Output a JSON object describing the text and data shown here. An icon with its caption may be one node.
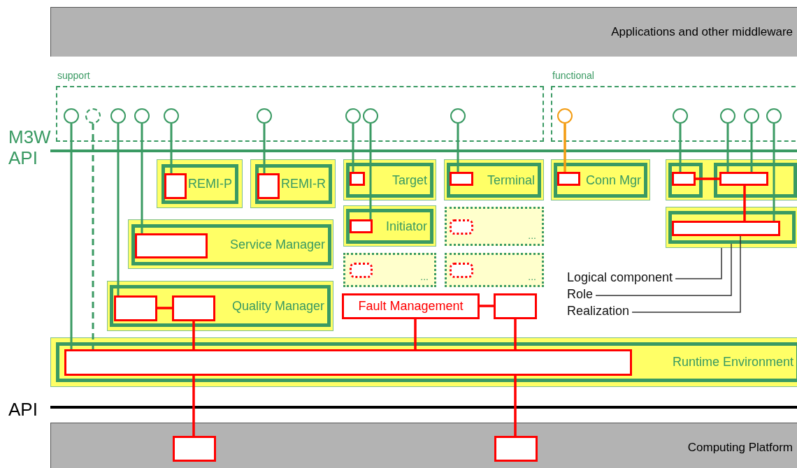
{
  "diagram": {
    "nodes": [
      {
        "text": [
          "Applications and other middleware"
        ]
      },
      {
        "text": [
          "support"
        ]
      },
      {
        "text": [],
        "shape": "circle",
        "in": 1
      },
      {
        "text": [],
        "shape": "circle",
        "in": 1
      },
      {
        "text": [],
        "shape": "circle",
        "in": 1
      },
      {
        "text": [],
        "shape": "circle",
        "in": 1
      },
      {
        "text": [],
        "shape": "circle",
        "in": 1
      },
      {
        "text": [],
        "shape": "circle",
        "in": 1
      },
      {
        "text": [],
        "shape": "circle",
        "in": 1
      },
      {
        "text": [],
        "shape": "circle",
        "in": 1
      },
      {
        "text": [],
        "shape": "circle",
        "in": 1
      },
      {
        "text": [
          "functional"
        ]
      },
      {
        "text": [],
        "shape": "circle",
        "in": 11
      },
      {
        "text": [],
        "shape": "circle",
        "in": 11
      },
      {
        "text": [],
        "shape": "circle",
        "in": 11
      },
      {
        "text": [],
        "shape": "circle",
        "in": 11
      },
      {
        "text": [],
        "shape": "circle",
        "in": 11
      },
      {
        "text": [],
        "shape": "box"
      },
      {
        "text": [
          "REMI-P"
        ],
        "in": 17
      },
      {
        "text": [],
        "shape": "box",
        "in": 18
      },
      {
        "text": [],
        "shape": "box"
      },
      {
        "text": [
          "REMI-R"
        ],
        "in": 20
      },
      {
        "text": [],
        "shape": "box",
        "in": 21
      },
      {
        "text": [],
        "shape": "box"
      },
      {
        "text": [
          "Target"
        ],
        "in": 23
      },
      {
        "text": [],
        "shape": "box",
        "in": 24
      },
      {
        "text": [],
        "shape": "box"
      },
      {
        "text": [
          "Terminal"
        ],
        "in": 26
      },
      {
        "text": [],
        "shape": "box",
        "in": 27
      },
      {
        "text": [],
        "shape": "box"
      },
      {
        "text": [
          "Conn Mgr"
        ],
        "in": 29
      },
      {
        "text": [],
        "shape": "box",
        "in": 30
      },
      {
        "text": [],
        "shape": "box"
      },
      {
        "text": [],
        "shape": "box",
        "in": 32
      },
      {
        "text": [],
        "shape": "box",
        "in": 33
      },
      {
        "text": [],
        "shape": "box",
        "in": 32
      },
      {
        "text": [],
        "shape": "box",
        "in": 35
      },
      {
        "text": [],
        "shape": "box"
      },
      {
        "text": [
          "Initiator"
        ],
        "in": 37
      },
      {
        "text": [],
        "shape": "box",
        "in": 38
      },
      {
        "text": [
          "..."
        ]
      },
      {
        "text": [],
        "shape": "box",
        "in": 40
      },
      {
        "text": [],
        "shape": "box"
      },
      {
        "text": [],
        "shape": "box",
        "in": 42
      },
      {
        "text": [],
        "shape": "box",
        "in": 43
      },
      {
        "text": [],
        "shape": "box"
      },
      {
        "text": [
          "Service Manager"
        ],
        "in": 45
      },
      {
        "text": [],
        "shape": "box",
        "in": 46
      },
      {
        "text": [
          "..."
        ]
      },
      {
        "text": [],
        "shape": "box",
        "in": 48
      },
      {
        "text": [
          "..."
        ]
      },
      {
        "text": [],
        "shape": "box",
        "in": 50
      },
      {
        "text": [],
        "shape": "box"
      },
      {
        "text": [
          "Quality Manager"
        ],
        "in": 52
      },
      {
        "text": [],
        "shape": "box",
        "in": 53
      },
      {
        "text": [],
        "shape": "box",
        "in": 53
      },
      {
        "text": [
          "Fault Management"
        ]
      },
      {
        "text": [],
        "shape": "box"
      },
      {
        "text": [
          "Logical component"
        ]
      },
      {
        "text": [
          "Role"
        ]
      },
      {
        "text": [
          "Realization"
        ]
      },
      {
        "text": [],
        "shape": "box"
      },
      {
        "text": [
          "Runtime Environment"
        ],
        "in": 61
      },
      {
        "text": [],
        "shape": "box",
        "in": 62
      },
      {
        "text": [
          "Computing Platform"
        ]
      },
      {
        "text": [],
        "shape": "box",
        "in": 64
      },
      {
        "text": [],
        "shape": "box",
        "in": 64
      }
    ],
    "edges": [
      {
        "from": 2,
        "to": 63,
        "arrow": "none"
      },
      {
        "from": 3,
        "to": 63,
        "arrow": "none",
        "style": "dashed"
      },
      {
        "from": 4,
        "to": 54,
        "arrow": "none"
      },
      {
        "from": 5,
        "to": 47,
        "arrow": "none"
      },
      {
        "from": 6,
        "to": 19,
        "arrow": "none"
      },
      {
        "from": 7,
        "to": 22,
        "arrow": "none"
      },
      {
        "from": 8,
        "to": 25,
        "arrow": "none"
      },
      {
        "from": 9,
        "to": 39,
        "arrow": "none"
      },
      {
        "from": 10,
        "to": 28,
        "arrow": "none"
      },
      {
        "from": 12,
        "to": 31,
        "arrow": "none",
        "color": "#f39c12"
      },
      {
        "from": 13,
        "to": 34,
        "arrow": "none"
      },
      {
        "from": 14,
        "to": 36,
        "arrow": "none"
      },
      {
        "from": 15,
        "to": 36,
        "arrow": "none"
      },
      {
        "from": 16,
        "to": 44,
        "arrow": "none"
      },
      {
        "from": 54,
        "to": 55,
        "arrow": "none",
        "color": "#ff0000"
      },
      {
        "from": 55,
        "to": 63,
        "arrow": "none",
        "color": "#ff0000"
      },
      {
        "from": 34,
        "to": 36,
        "arrow": "none",
        "color": "#ff0000"
      },
      {
        "from": 36,
        "to": 44,
        "arrow": "none",
        "color": "#ff0000"
      },
      {
        "from": 56,
        "to": 57,
        "arrow": "none",
        "color": "#ff0000"
      },
      {
        "from": 56,
        "to": 63,
        "arrow": "none",
        "color": "#ff0000"
      },
      {
        "from": 57,
        "to": 63,
        "arrow": "none",
        "color": "#ff0000"
      },
      {
        "from": 63,
        "to": 65,
        "arrow": "none",
        "color": "#ff0000"
      },
      {
        "from": 63,
        "to": 66,
        "arrow": "none",
        "color": "#ff0000"
      },
      {
        "from": 58,
        "to": 42,
        "arrow": "none",
        "color": "#333333"
      },
      {
        "from": 59,
        "to": 43,
        "arrow": "none",
        "color": "#333333"
      },
      {
        "from": 60,
        "to": 44,
        "arrow": "none",
        "color": "#333333"
      }
    ],
    "labels": [
      "M3W API",
      "API"
    ]
  }
}
